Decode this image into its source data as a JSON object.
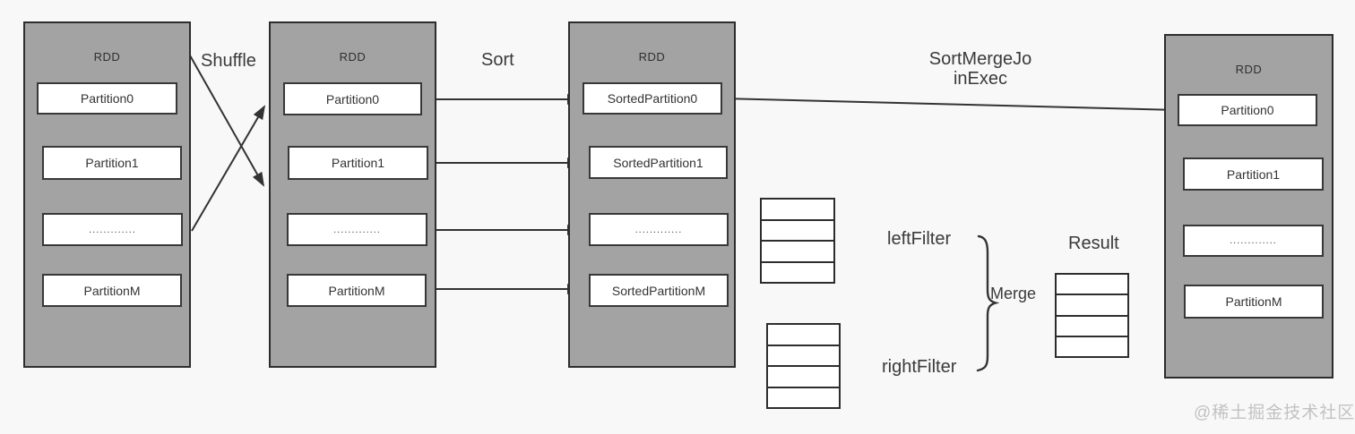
{
  "columns": [
    {
      "title": "RDD",
      "partitions": [
        "Partition0",
        "Partition1",
        ".............",
        "PartitionM"
      ]
    },
    {
      "title": "RDD",
      "partitions": [
        "Partition0",
        "Partition1",
        ".............",
        "PartitionM"
      ]
    },
    {
      "title": "RDD",
      "partitions": [
        "SortedPartition0",
        "SortedPartition1",
        ".............",
        "SortedPartitionM"
      ]
    },
    {
      "title": "RDD",
      "partitions": [
        "Partition0",
        "Partition1",
        ".............",
        "PartitionM"
      ]
    }
  ],
  "edge_labels": {
    "shuffle": "Shuffle",
    "sort": "Sort",
    "sort_merge_join_line1": "SortMergeJo",
    "sort_merge_join_line2": "inExec"
  },
  "merge_section": {
    "left_filter": "leftFilter",
    "right_filter": "rightFilter",
    "merge": "Merge",
    "result": "Result"
  },
  "tables": {
    "left_filter_rows": 4,
    "right_filter_rows": 4,
    "result_rows": 4
  },
  "watermark": "@稀土掘金技术社区",
  "colors": {
    "background": "#f8f8f8",
    "rdd_fill": "#a3a3a3",
    "box_border": "#2d2d2d",
    "partition_fill": "#ffffff",
    "line": "#333333",
    "watermark": "#c2c2c2"
  }
}
